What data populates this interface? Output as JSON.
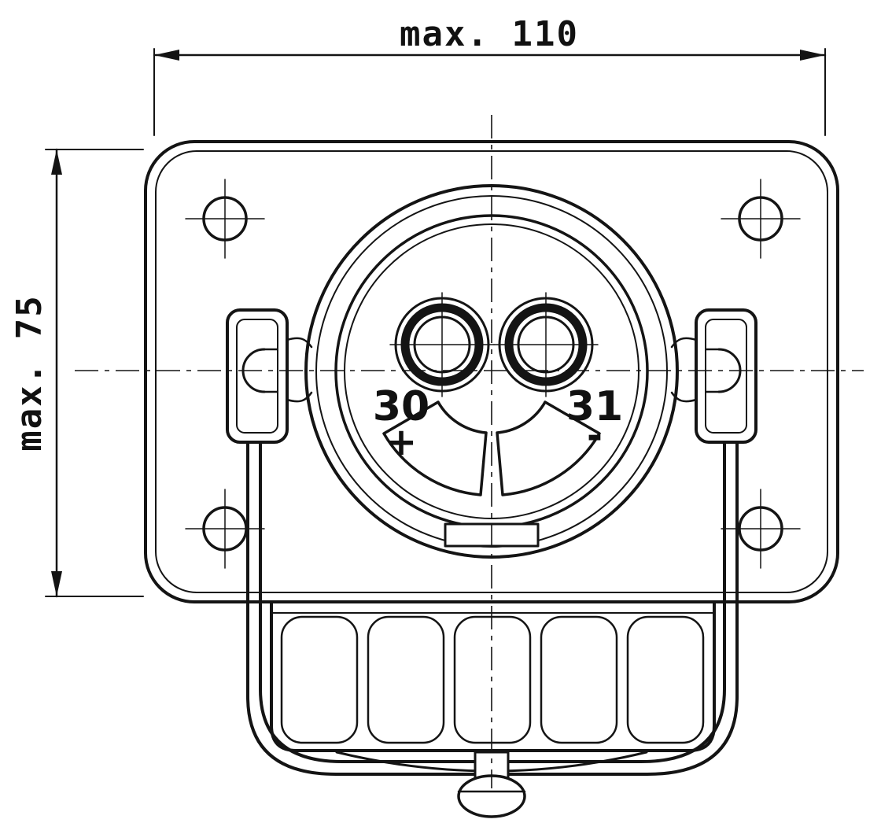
{
  "drawing": {
    "dimensions": {
      "width_label": "max. 110",
      "height_label": "max. 75"
    },
    "terminals": {
      "left": {
        "number": "30",
        "sign": "+"
      },
      "right": {
        "number": "31",
        "sign": "-"
      }
    }
  },
  "colors": {
    "line": "#141414",
    "background": "#ffffff"
  }
}
